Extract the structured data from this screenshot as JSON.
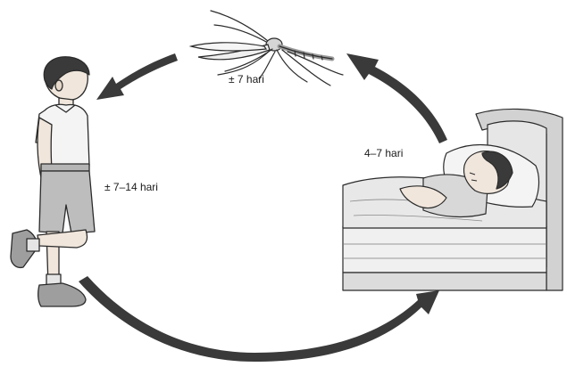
{
  "labels": {
    "mosquito_to_child": "± 7 hari",
    "sick_to_mosquito": "4–7 hari",
    "child_to_sick": "± 7–14 hari"
  },
  "figures": {
    "mosquito": "mosquito-illustration",
    "child": "boy-standing-illustration",
    "sick": "sick-person-in-bed-illustration"
  },
  "colors": {
    "arrow": "#3a3a3a",
    "line": "#2b2b2b",
    "fill_light": "#e9e9e9",
    "fill_mid": "#cfcfcf"
  }
}
